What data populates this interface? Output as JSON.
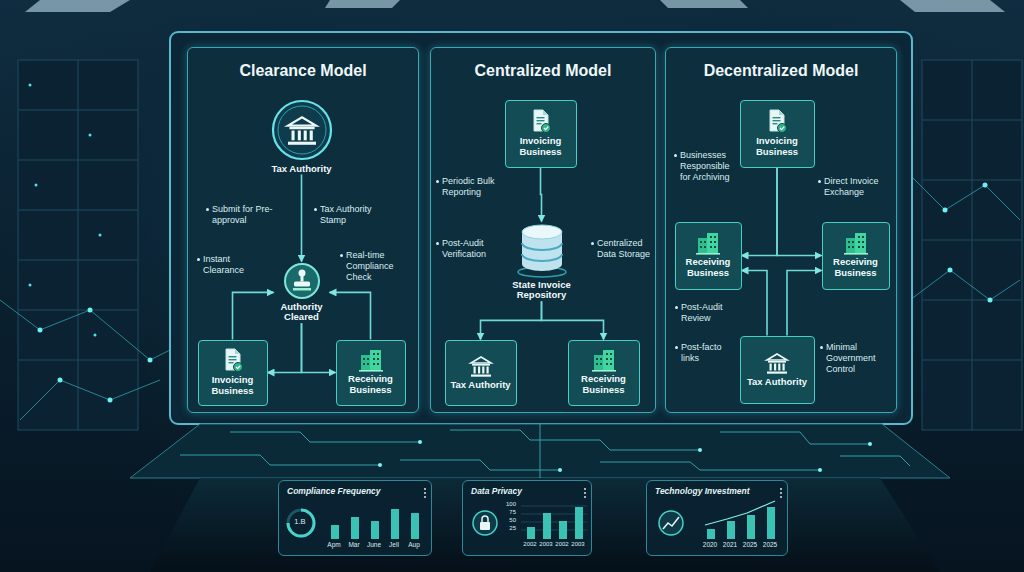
{
  "diagram": {
    "nodes": [
      {
        "text": [
          "Clearance Model"
        ]
      },
      {
        "text": [
          "Tax Authority"
        ],
        "in": 0
      },
      {
        "text": [
          "Authority Cleared"
        ],
        "in": 0
      },
      {
        "text": [
          "Invoicing Business"
        ],
        "in": 0
      },
      {
        "text": [
          "Receiving Business"
        ],
        "in": 0
      },
      {
        "text": [
          "Centralized Model"
        ]
      },
      {
        "text": [
          "Invoicing Business"
        ],
        "in": 5
      },
      {
        "text": [
          "State Invoice Repository"
        ],
        "in": 5
      },
      {
        "text": [
          "Tax Authority"
        ],
        "in": 5
      },
      {
        "text": [
          "Receiving Business"
        ],
        "in": 5
      },
      {
        "text": [
          "Decentralized Model"
        ]
      },
      {
        "text": [
          "Invoicing Business"
        ],
        "in": 10
      },
      {
        "text": [
          "Receiving Business"
        ],
        "in": 10
      },
      {
        "text": [
          "Receiving Business"
        ],
        "in": 10
      },
      {
        "text": [
          "Tax Authority"
        ],
        "in": 10
      },
      {
        "text": [
          "Compliance Frequency"
        ]
      },
      {
        "text": [
          "Data Privacy"
        ]
      },
      {
        "text": [
          "Technology Investment"
        ]
      }
    ],
    "edges": [
      {
        "from": 1,
        "to": 2,
        "arrow": "to"
      },
      {
        "from": 2,
        "to": 3,
        "arrow": "to"
      },
      {
        "from": 2,
        "to": 4,
        "arrow": "to"
      },
      {
        "from": 3,
        "to": 2,
        "arrow": "to"
      },
      {
        "from": 4,
        "to": 2,
        "arrow": "to"
      },
      {
        "from": 6,
        "to": 7,
        "arrow": "to"
      },
      {
        "from": 7,
        "to": 8,
        "arrow": "to"
      },
      {
        "from": 7,
        "to": 9,
        "arrow": "to"
      },
      {
        "from": 11,
        "to": 12,
        "arrow": "to"
      },
      {
        "from": 11,
        "to": 13,
        "arrow": "to"
      },
      {
        "from": 14,
        "to": 12,
        "arrow": "to"
      },
      {
        "from": 14,
        "to": 13,
        "arrow": "to"
      }
    ],
    "labels": [
      "Submit for Pre-approval",
      "Tax Authority Stamp",
      "Instant Clearance",
      "Real-time Compliance Check",
      "Periodic Bulk Reporting",
      "Post-Audit Verification",
      "Centralized Data Storage",
      "Businesses Responsible for Archiving",
      "Direct Invoice Exchange",
      "Post-Audit Review",
      "Post-facto links",
      "Minimal Government Control",
      "1.B",
      "Apm",
      "Mar",
      "June",
      "Jell",
      "Aup",
      "100",
      "75",
      "50",
      "25",
      "2002",
      "2003",
      "2002",
      "2003",
      "2020",
      "2021",
      "2025",
      "2025"
    ]
  }
}
